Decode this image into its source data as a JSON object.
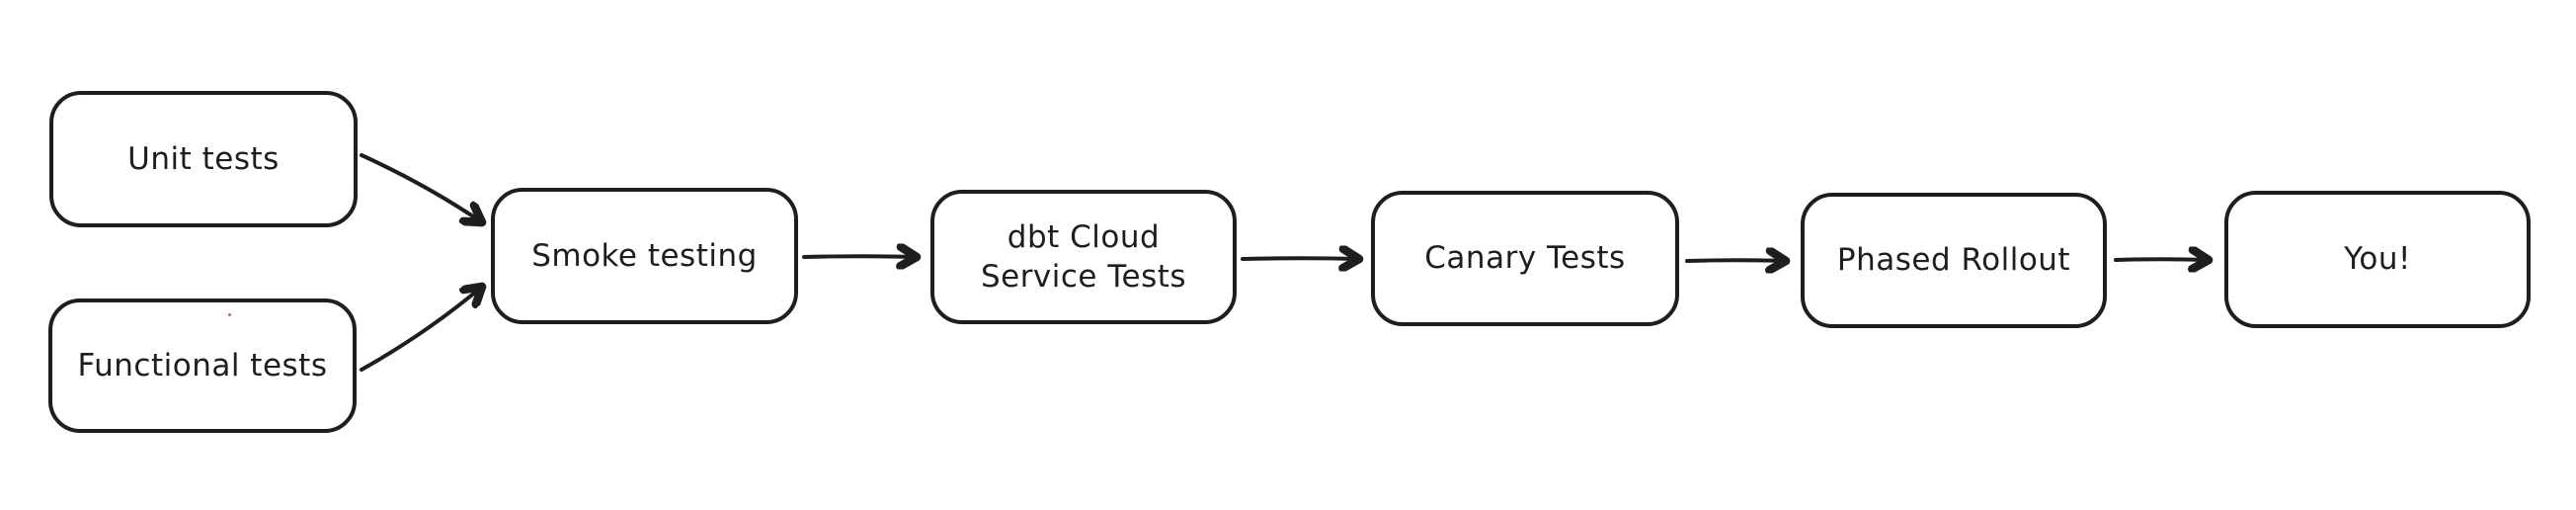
{
  "diagram": {
    "type": "flowchart",
    "style": "hand-drawn (excalidraw-like)",
    "colors": {
      "stroke": "#1e1e1e",
      "background": "#ffffff",
      "artifact_dot": "#d64949"
    },
    "nodes": [
      {
        "id": "unit-tests",
        "label": "Unit tests"
      },
      {
        "id": "functional-tests",
        "label": "Functional tests"
      },
      {
        "id": "smoke-testing",
        "label": "Smoke testing"
      },
      {
        "id": "dbt-cloud-service-tests",
        "label": "dbt Cloud\nService Tests"
      },
      {
        "id": "canary-tests",
        "label": "Canary Tests"
      },
      {
        "id": "phased-rollout",
        "label": "Phased Rollout"
      },
      {
        "id": "you",
        "label": "You!"
      }
    ],
    "edges": [
      {
        "from": "unit-tests",
        "to": "smoke-testing"
      },
      {
        "from": "functional-tests",
        "to": "smoke-testing"
      },
      {
        "from": "smoke-testing",
        "to": "dbt-cloud-service-tests"
      },
      {
        "from": "dbt-cloud-service-tests",
        "to": "canary-tests"
      },
      {
        "from": "canary-tests",
        "to": "phased-rollout"
      },
      {
        "from": "phased-rollout",
        "to": "you"
      }
    ]
  }
}
